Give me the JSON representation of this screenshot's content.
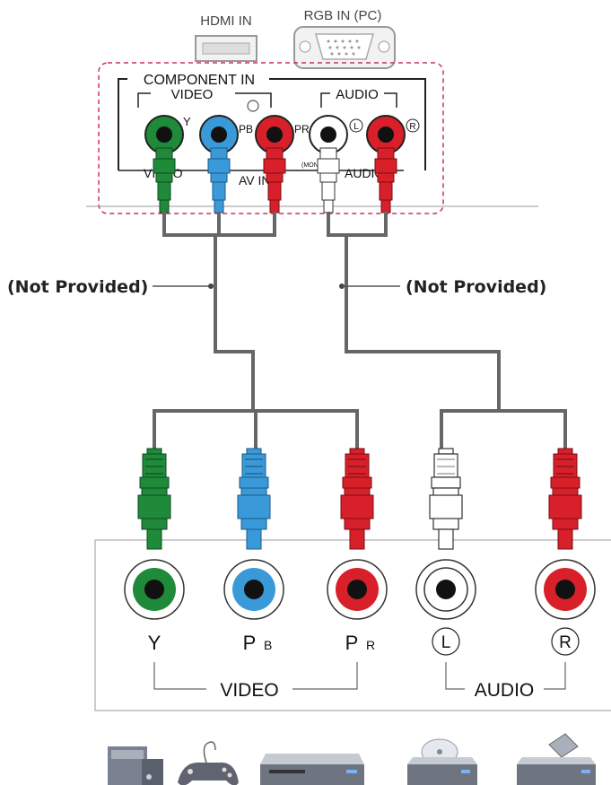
{
  "top_ports": {
    "hdmi_label": "HDMI IN",
    "rgb_label": "RGB IN (PC)"
  },
  "tv_panel": {
    "component_in_label": "COMPONENT IN",
    "video_group_label": "VIDEO",
    "audio_group_label": "AUDIO",
    "jack_y": "Y",
    "jack_pb": "PB",
    "jack_pr": "PR",
    "jack_l": "L",
    "jack_r": "R",
    "av_in_label": "AV IN",
    "bottom_video_label": "VIDEO",
    "bottom_audio_label": "AUDIO",
    "mono_label": "(MONO)"
  },
  "cable_labels": {
    "left": "(Not Provided)",
    "right": "(Not Provided)"
  },
  "device_panel": {
    "jack_y": "Y",
    "jack_pb_main": "P",
    "jack_pb_sub": "B",
    "jack_pr_main": "P",
    "jack_pr_sub": "R",
    "jack_l": "L",
    "jack_r": "R",
    "video_label": "VIDEO",
    "audio_label": "AUDIO"
  },
  "colors": {
    "green": "#1e8a3a",
    "blue": "#3a9ad9",
    "red": "#d8202a",
    "white": "#ffffff",
    "cable": "#666666",
    "dashed_border": "#c8306a"
  },
  "devices": [
    {
      "icon": "pc-tower-icon"
    },
    {
      "icon": "gamepad-icon"
    },
    {
      "icon": "dvd-player-icon"
    },
    {
      "icon": "disc-player-icon"
    },
    {
      "icon": "vcr-icon"
    }
  ]
}
